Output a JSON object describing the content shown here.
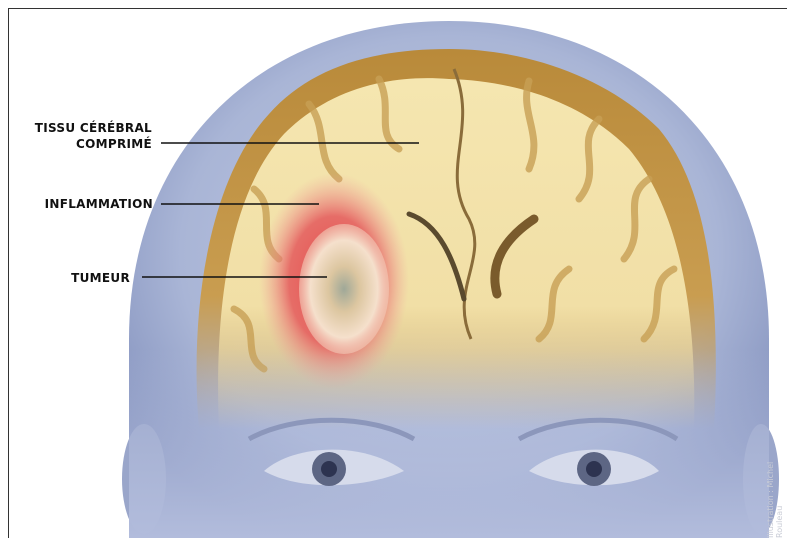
{
  "labels": {
    "tissu_line1": "TISSU CÉRÉBRAL",
    "tissu_line2": "COMPRIMÉ",
    "inflammation": "INFLAMMATION",
    "tumeur": "TUMEUR"
  },
  "credit": "Illustration : Michel Rouleau",
  "colors": {
    "head": "#a9b5d6",
    "brain_cortex": "#c79a4a",
    "white_matter": "#f3e2a9",
    "inflammation": "#e0484a",
    "tumor": "#f1d8c0",
    "leader_line": "#111111"
  }
}
